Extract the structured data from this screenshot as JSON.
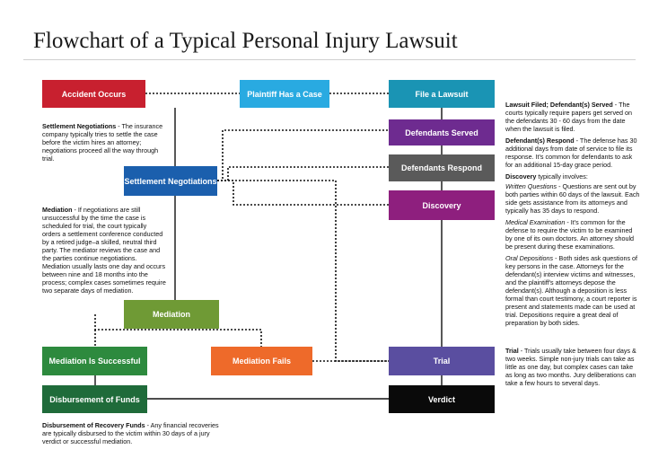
{
  "title": "Flowchart of a Typical Personal Injury Lawsuit",
  "nodes": {
    "accident": {
      "label": "Accident Occurs",
      "color": "#c8202f"
    },
    "plaintiff": {
      "label": "Plaintiff Has a Case",
      "color": "#29aae1"
    },
    "file": {
      "label": "File a Lawsuit",
      "color": "#1a94b4"
    },
    "served": {
      "label": "Defendants Served",
      "color": "#6e2b90"
    },
    "respond": {
      "label": "Defendants Respond",
      "color": "#5a5a5a"
    },
    "discovery": {
      "label": "Discovery",
      "color": "#8e1f7e"
    },
    "settlement": {
      "label": "Settlement Negotiations",
      "color": "#1b5fad"
    },
    "mediation": {
      "label": "Mediation",
      "color": "#6f9a35"
    },
    "success": {
      "label": "Mediation Is Successful",
      "color": "#2d8a3e"
    },
    "fails": {
      "label": "Mediation Fails",
      "color": "#ee6a2a"
    },
    "funds": {
      "label": "Disbursement of Funds",
      "color": "#1f6b3a"
    },
    "trial": {
      "label": "Trial",
      "color": "#5a4ea0"
    },
    "verdict": {
      "label": "Verdict",
      "color": "#0a0a0a"
    }
  },
  "notes": {
    "settlement": {
      "heading": "Settlement Negotiations",
      "body": " - The insurance company typically tries to settle the case before the victim hires an attorney; negotiations proceed all the way through trial."
    },
    "mediation": {
      "heading": "Mediation",
      "body": " - If negotiations are still unsuccessful by the time the case is scheduled for trial, the court typically orders a settlement conference conducted by a retired judge–a skilled, neutral third party. The mediator reviews the case and the parties continue negotiations. Mediation usually lasts one day and occurs between nine and 18 months into the process; complex cases sometimes require two separate days of mediation."
    },
    "disbursement": {
      "heading": "Disbursement of Recovery Funds",
      "body": " - Any financial recoveries are typically disbursed to the victim within 30 days of a jury verdict or successful mediation."
    },
    "lawsuit": {
      "heading": "Lawsuit Filed; Defendant(s) Served",
      "body": " - The courts typically require papers get served on the defendants 30 - 60 days from the date when the lawsuit is filed."
    },
    "respond": {
      "heading": "Defendant(s) Respond",
      "body": " - The defense has 30 additional days from date of service to file its response. It's common for defendants to ask for an additional 15-day grace period."
    },
    "discovery": {
      "heading": "Discovery",
      "intro": " typically involves:",
      "written_title": "Written Questions",
      "written_body": " - Questions are sent out by both parties within 60 days of the lawsuit. Each side gets assistance from its attorneys and typically has 35 days to respond.",
      "medical_title": "Medical Examination",
      "medical_body": " - It's common for the defense to require the victim to be examined by one of its own doctors. An attorney should be present during these examinations.",
      "oral_title": "Oral Depositions",
      "oral_body": " - Both sides ask questions of key persons in the case. Attorneys for the defendant(s) interview victims and witnesses, and the plaintiff's attorneys depose the defendant(s). Although a deposition is less formal than court testimony, a court reporter is present and statements made can be used at trial. Depositions require a great deal of preparation by both sides."
    },
    "trial": {
      "heading": "Trial",
      "body": " - Trials usually take between four days & two weeks. Simple non-jury trials can take as little as one day, but complex cases can take as long as two months. Jury deliberations can take a few hours to several days."
    }
  }
}
